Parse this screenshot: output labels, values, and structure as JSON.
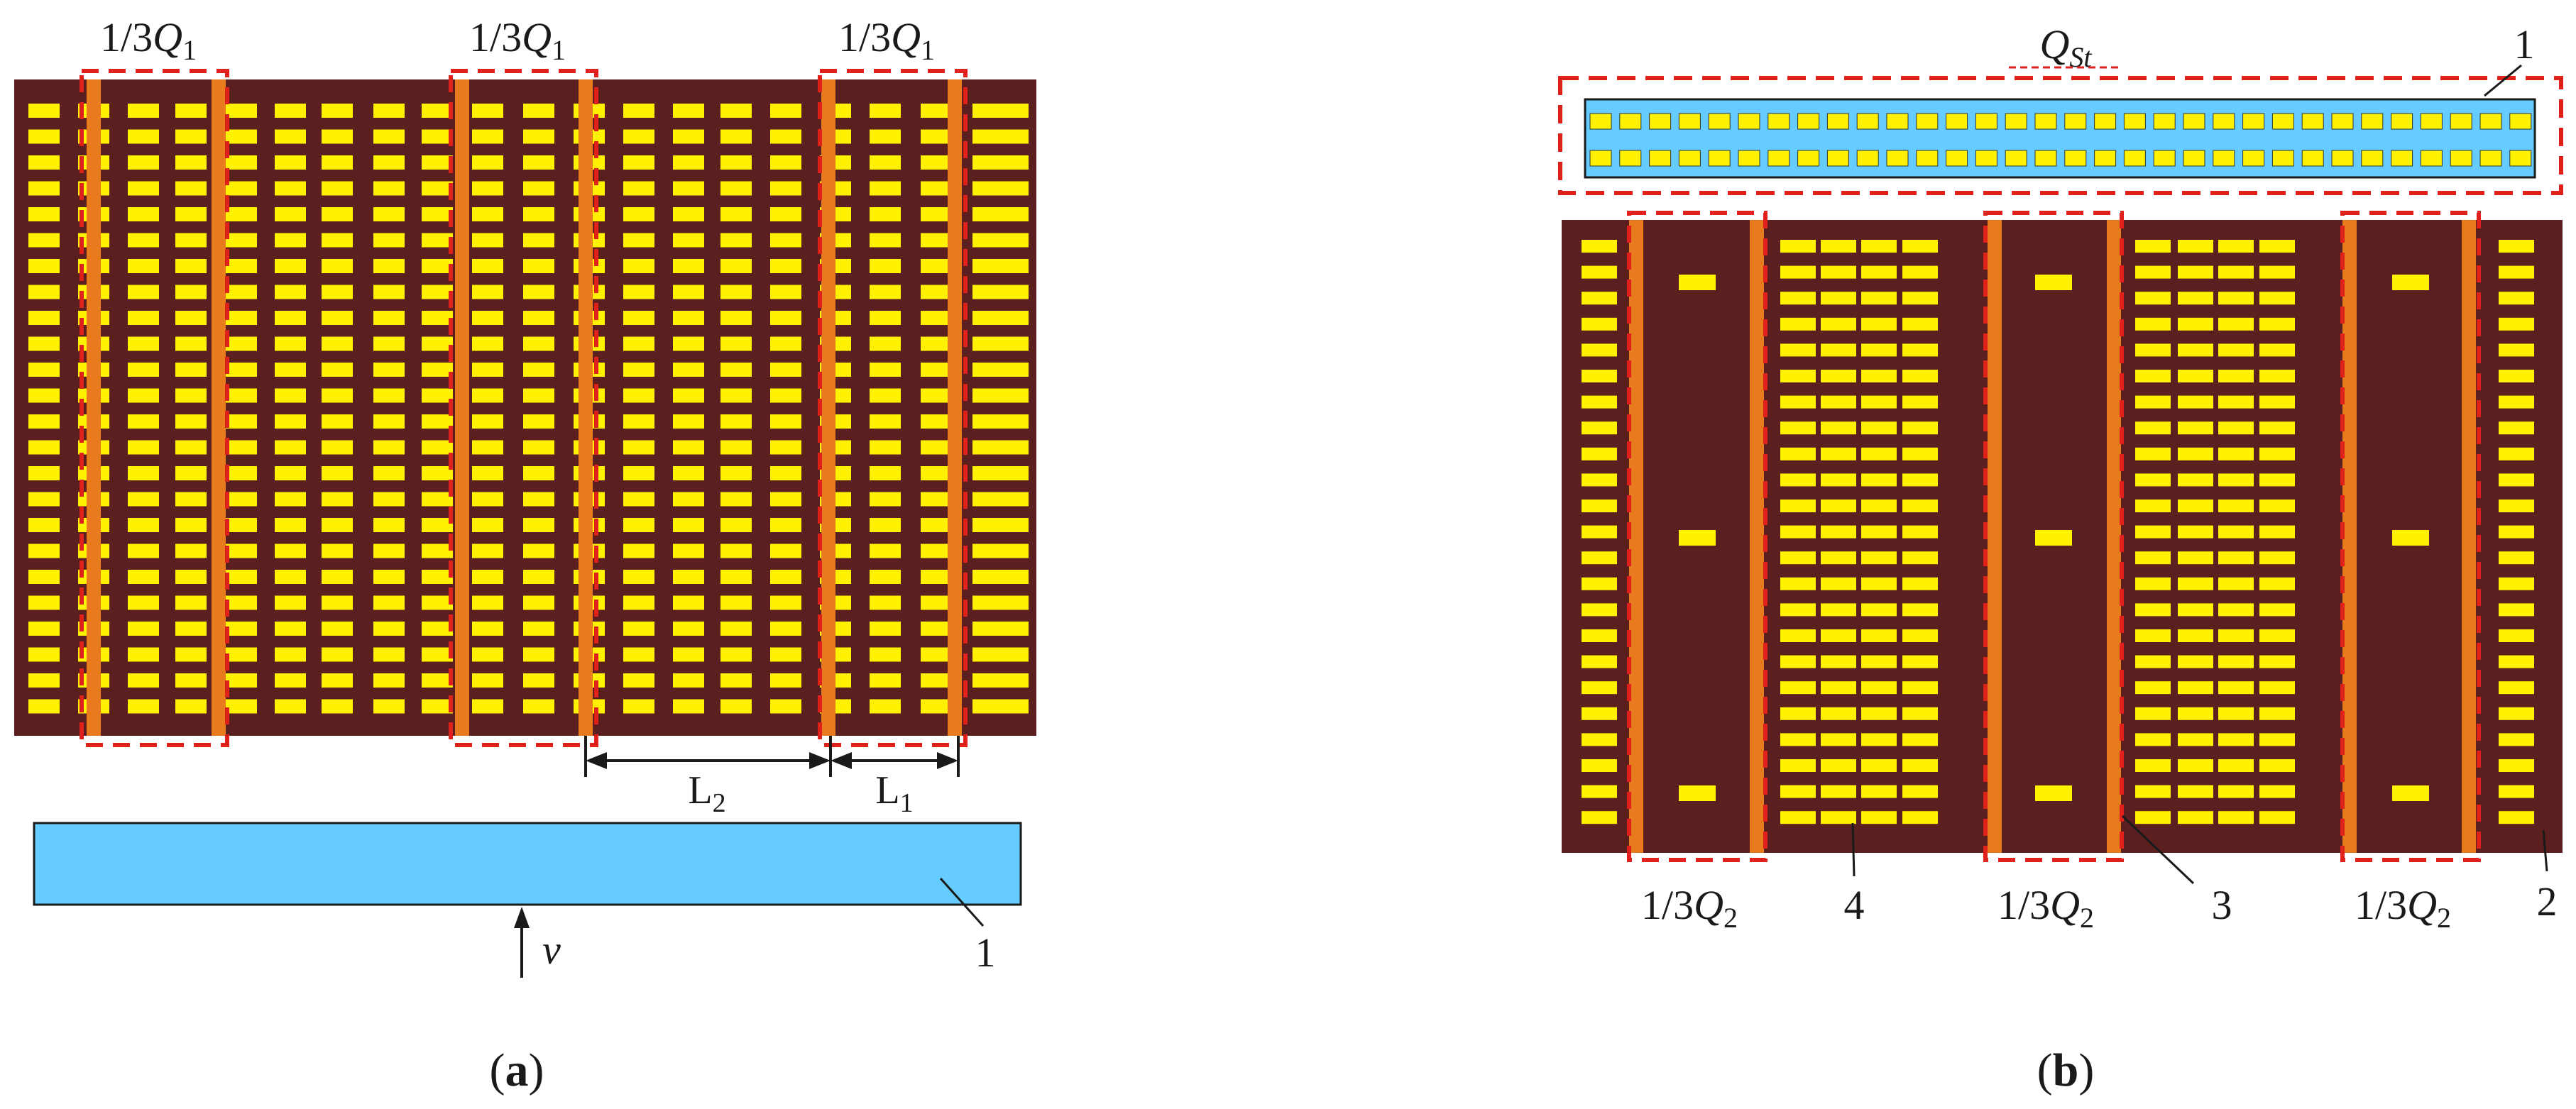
{
  "colors": {
    "board": "#5C1F1F",
    "cell": "#FFF200",
    "column": "#E87B1E",
    "frame": "#E0201B",
    "conveyor": "#66CCFF",
    "ink": "#1a1a1a"
  },
  "panel_a": {
    "caption_open": "(",
    "caption_letter": "a",
    "caption_close": ")",
    "zone_labels": [
      {
        "prefix": "1/3",
        "var": "Q",
        "sub": "1"
      },
      {
        "prefix": "1/3",
        "var": "Q",
        "sub": "1"
      },
      {
        "prefix": "1/3",
        "var": "Q",
        "sub": "1"
      }
    ],
    "dim_L2": {
      "main": "L",
      "sub": "2"
    },
    "dim_L1": {
      "main": "L",
      "sub": "1"
    },
    "conveyor_number": "1",
    "velocity_label": "v"
  },
  "panel_b": {
    "caption_open": "(",
    "caption_letter": "b",
    "caption_close": ")",
    "storage_label": {
      "var": "Q",
      "sub": "St"
    },
    "storage_number": "1",
    "zone_labels": [
      {
        "prefix": "1/3",
        "var": "Q",
        "sub": "2"
      },
      {
        "prefix": "1/3",
        "var": "Q",
        "sub": "2"
      },
      {
        "prefix": "1/3",
        "var": "Q",
        "sub": "2"
      }
    ],
    "callouts": [
      "4",
      "3",
      "2"
    ]
  }
}
